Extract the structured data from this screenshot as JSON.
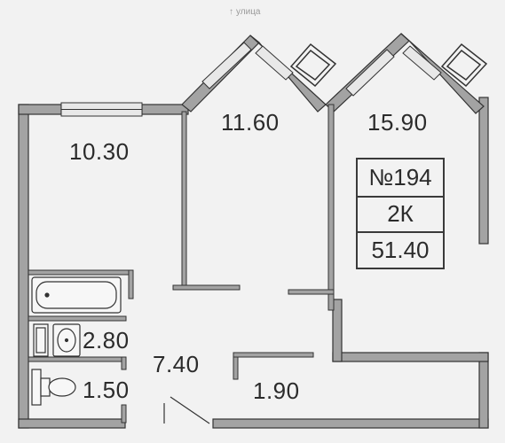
{
  "street_label": "улица",
  "rooms": [
    {
      "area": "10.30"
    },
    {
      "area": "11.60"
    },
    {
      "area": "15.90"
    },
    {
      "area": "2.80"
    },
    {
      "area": "7.40"
    },
    {
      "area": "1.50"
    },
    {
      "area": "1.90"
    }
  ],
  "apartment": {
    "number": "№194",
    "type": "2К",
    "total_area": "51.40"
  },
  "colors": {
    "wall": "#9e9e9e",
    "wall_outline": "#333333",
    "background": "#f2f2f2",
    "text": "#2b2b2b"
  }
}
